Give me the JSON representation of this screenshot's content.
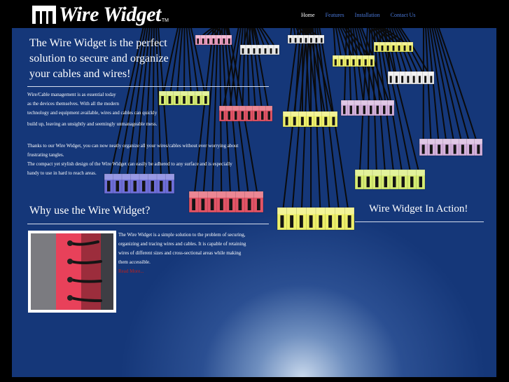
{
  "header": {
    "logo_text": "Wire Widget",
    "logo_tm": "TM",
    "nav": [
      {
        "label": "Home",
        "active": true
      },
      {
        "label": "Features",
        "active": false
      },
      {
        "label": "Installation",
        "active": false
      },
      {
        "label": "Contact Us",
        "active": false
      }
    ]
  },
  "intro": {
    "headline_1": "The Wire Widget is the perfect",
    "headline_2": "solution to secure and organize",
    "headline_3": "your cables and wires!",
    "para1": [
      "Wire/Cable management is as essential today",
      "as the devices themselves. With all the modern",
      "technology and equipment available, wires and cables can quickly",
      "build up, leaving an unsightly and seemingly unmanageable mess."
    ],
    "para2": [
      "Thanks to our Wire Widget, you can now neatly organize all your wires/cables without ever worrying about",
      "frustrating tangles.",
      "The compact yet stylish design of the Wire Widget can easily be adhered to any surface and is especially",
      "handy to use in hard to reach areas."
    ]
  },
  "why": {
    "heading": "Why use the Wire Widget?",
    "desc": [
      "The Wire Widget is a simple solution to the problem of securing,",
      "organizing and tracing wires and cables. It is capable of retaining",
      "wires of different sizes and cross-sectional areas while making",
      "them accessible."
    ],
    "read_more": "Read More..."
  },
  "action": {
    "heading": "Wire Widget In Action!"
  },
  "colors": {
    "background": "#153779",
    "nav_link": "#4a78d8",
    "read_more": "#c0201a",
    "widget_pink": "#f1a1c4",
    "widget_white": "#eeeeee",
    "widget_yellow": "#eef06a",
    "widget_green": "#d6ec72",
    "widget_red": "#e25466",
    "widget_blue": "#6e6ed8",
    "widget_lavender": "#d4b0dc"
  }
}
